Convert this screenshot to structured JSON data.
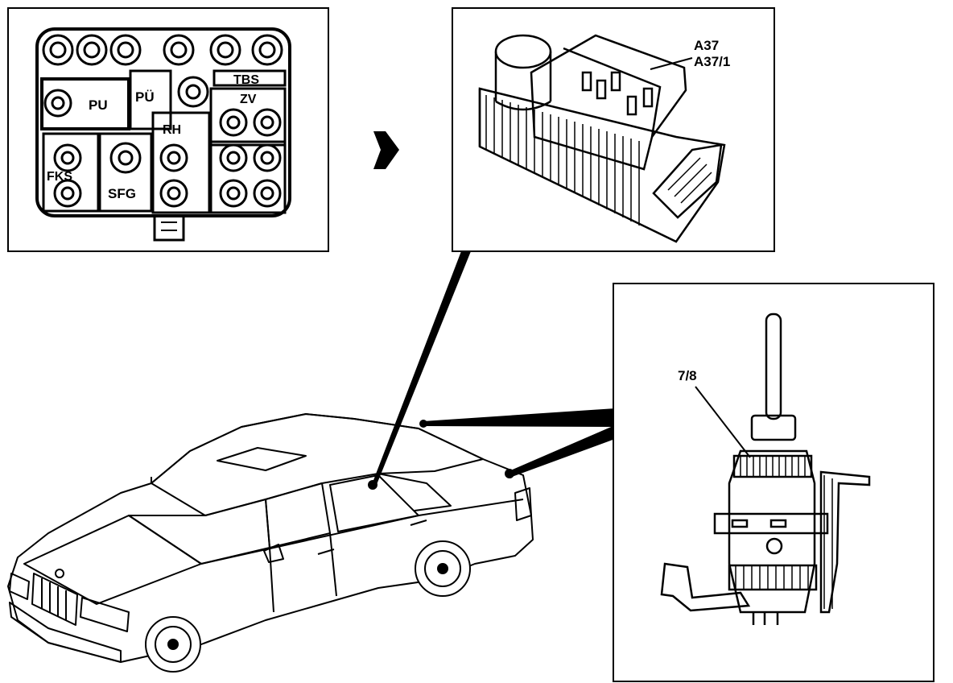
{
  "valve_block": {
    "labels": {
      "pu": "PU",
      "pu_uml": "PÜ",
      "tbs": "TBS",
      "zv": "ZV",
      "rh": "RH",
      "fks": "FKS",
      "sfg": "SFG"
    }
  },
  "control_unit": {
    "labels": [
      "A37",
      "A37/1"
    ]
  },
  "switch": {
    "label": "7/8"
  },
  "colors": {
    "ink": "#000000",
    "paper": "#ffffff"
  }
}
